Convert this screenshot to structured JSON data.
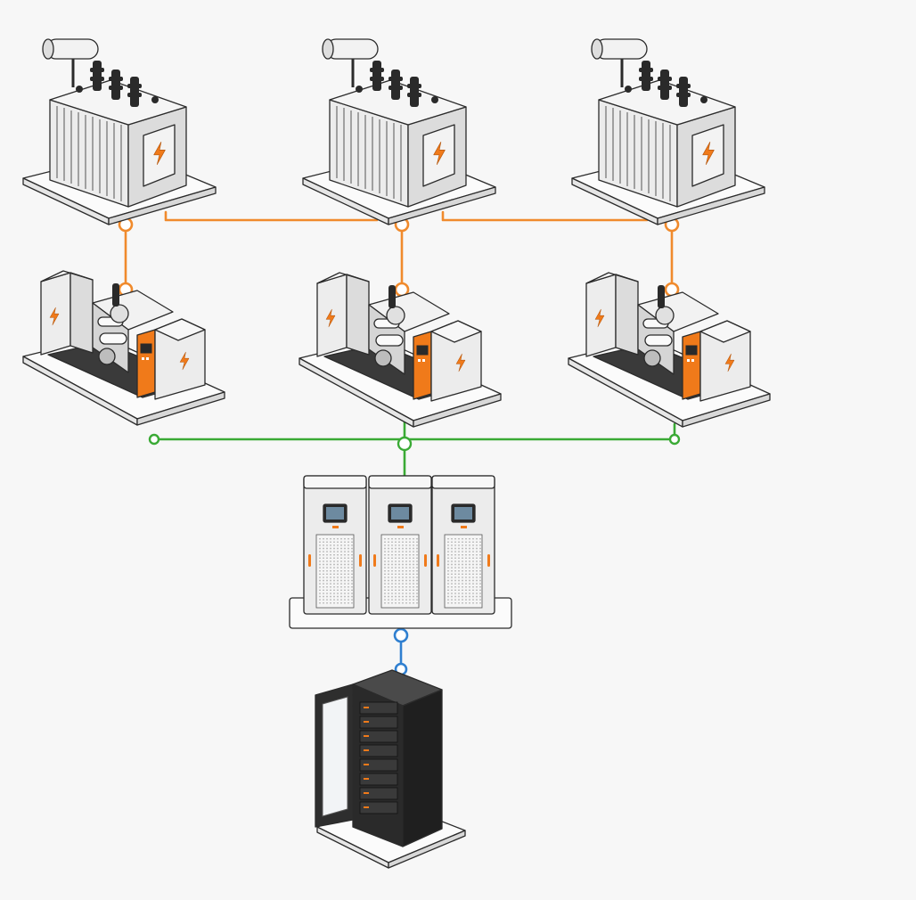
{
  "colors": {
    "background": "#f7f7f7",
    "transformer_link": "#f08a2c",
    "generator_link": "#3aaa35",
    "server_link": "#2f7fd0",
    "accent": "#f07a1a",
    "equipment_body": "#e9e9e9",
    "rack_body": "#2a2a2a"
  },
  "icons": {
    "lightning": "lightning-bolt-icon",
    "node": "connection-node-icon"
  },
  "nodes": {
    "transformers": [
      "transformer",
      "transformer",
      "transformer"
    ],
    "generators": [
      "generator",
      "generator",
      "generator"
    ],
    "ups": [
      "ups-cabinet",
      "ups-cabinet",
      "ups-cabinet"
    ],
    "server": "server-rack"
  }
}
